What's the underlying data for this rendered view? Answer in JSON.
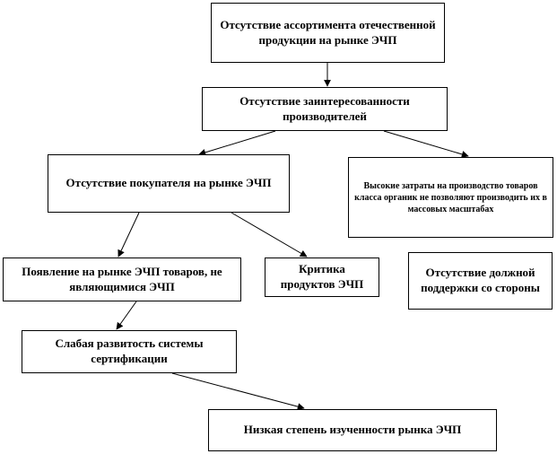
{
  "diagram": {
    "nodes": {
      "n1": "Отсутствие ассортимента отечественной продукции на рынке ЭЧП",
      "n2": "Отсутствие заинтересованности производителей",
      "n3": "Отсутствие покупателя на рынке ЭЧП",
      "n4": "Высокие затраты на производство товаров класса органик не позволяют производить их в массовых масштабах",
      "n5": "Появление на рынке ЭЧП товаров, не являющимися ЭЧП",
      "n6": "Критика продуктов ЭЧП",
      "n7": "Отсутствие должной поддержки со стороны",
      "n8": "Слабая развитость системы сертификации",
      "n9": "Низкая степень изученности рынка ЭЧП"
    },
    "edges": [
      {
        "from": "n1",
        "to": "n2"
      },
      {
        "from": "n2",
        "to": "n3"
      },
      {
        "from": "n2",
        "to": "n4"
      },
      {
        "from": "n3",
        "to": "n5"
      },
      {
        "from": "n3",
        "to": "n6"
      },
      {
        "from": "n5",
        "to": "n8"
      },
      {
        "from": "n8",
        "to": "n9"
      }
    ]
  }
}
